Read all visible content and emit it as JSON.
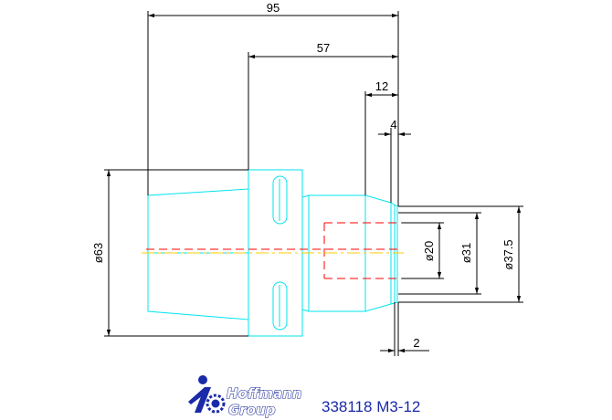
{
  "dimensions": {
    "d95": "95",
    "d57": "57",
    "d12": "12",
    "d4": "4",
    "d2": "2",
    "dia63": "ø63",
    "dia20": "ø20",
    "dia31": "ø31",
    "dia37_5": "ø37.5"
  },
  "logo": {
    "line1": "Hoffmann",
    "line2": "Group"
  },
  "part_number": "338118 M3-12",
  "colors": {
    "outline": "#00e5ee",
    "dimension": "#000000",
    "hidden": "#ff0000",
    "centerline": "#ffcc00",
    "brand": "#1a2aa8"
  }
}
